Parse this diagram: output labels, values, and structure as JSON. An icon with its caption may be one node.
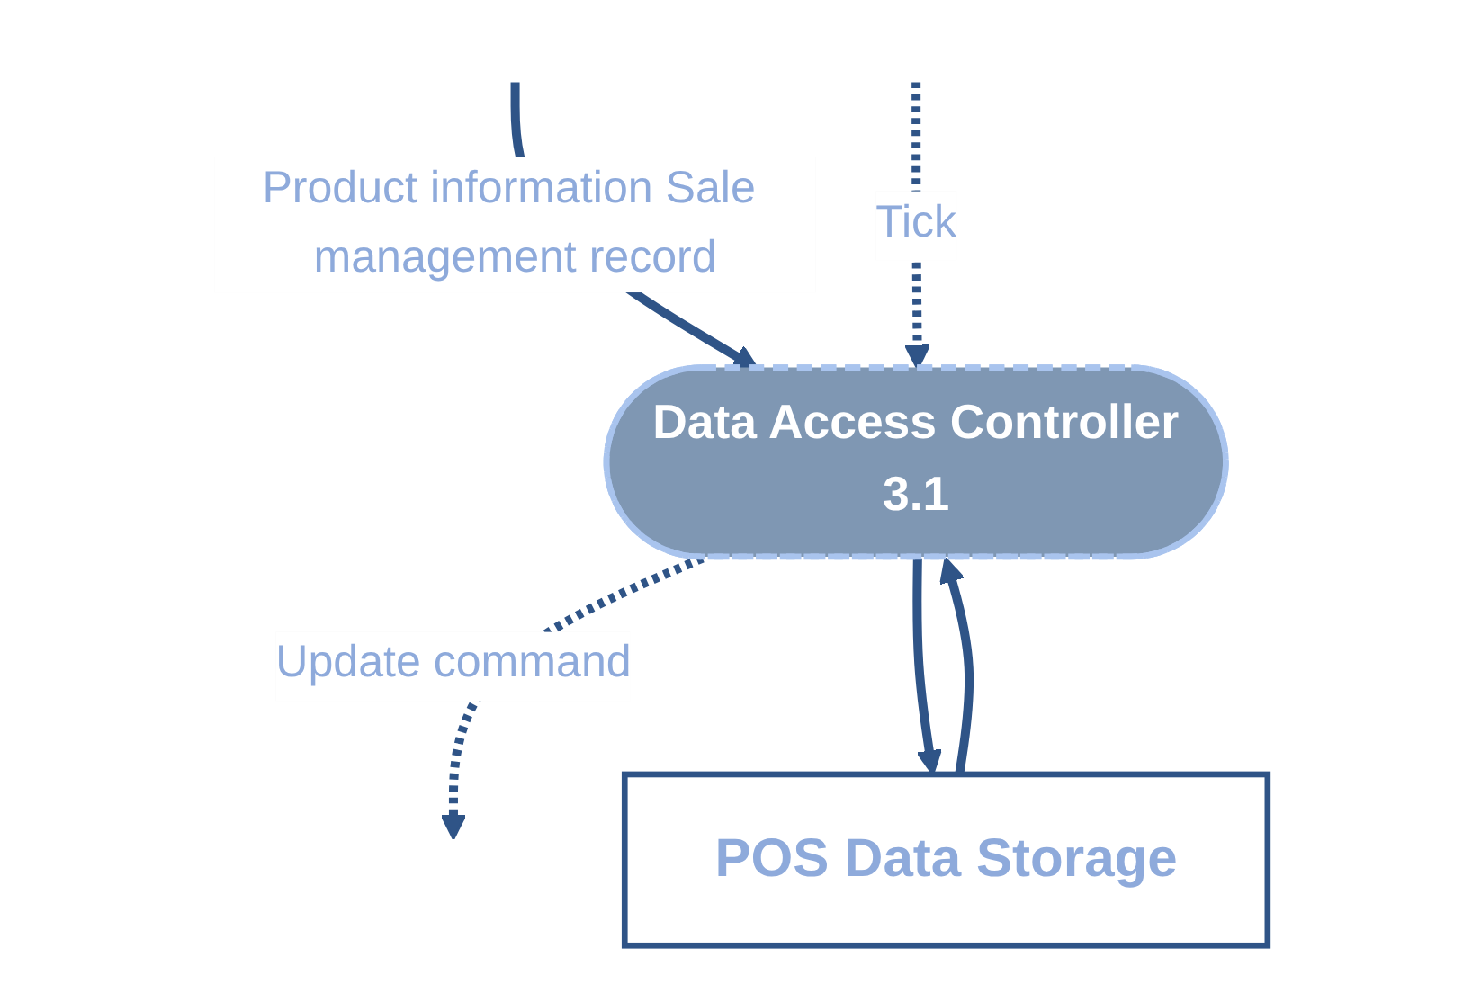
{
  "diagram": {
    "nodes": [
      {
        "text": [
          "Data Access Controller",
          "3.1"
        ]
      },
      {
        "text": [
          "POS Data Storage"
        ]
      }
    ],
    "edges": [
      {
        "from": 0,
        "to": null,
        "arrow": "to",
        "label": "Update command",
        "style": "dashed"
      },
      {
        "from": null,
        "to": 0,
        "arrow": "to",
        "label": "Product information Sale management record"
      },
      {
        "from": null,
        "to": 0,
        "arrow": "to",
        "label": "Tick",
        "style": "dashed"
      },
      {
        "from": 1,
        "to": 0,
        "arrow": "to"
      },
      {
        "from": 0,
        "to": 1,
        "arrow": "to"
      }
    ]
  }
}
